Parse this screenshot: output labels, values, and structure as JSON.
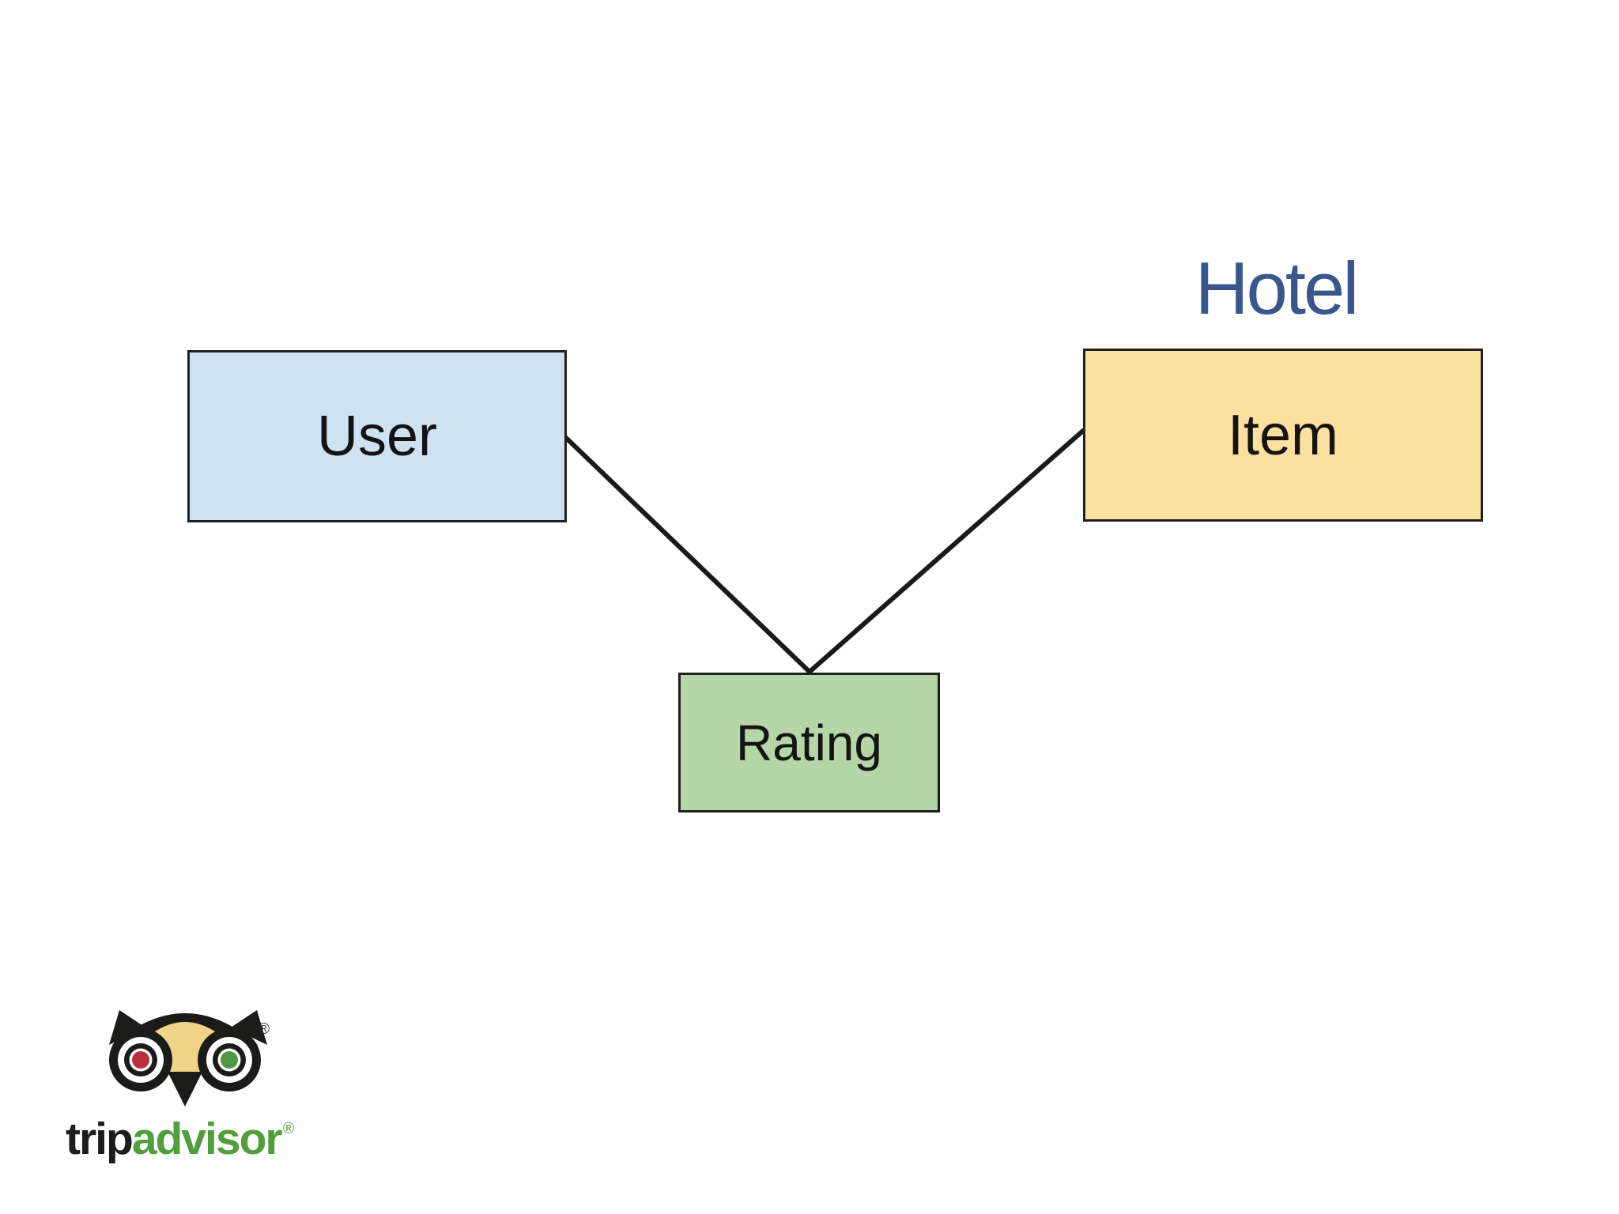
{
  "slide": {
    "background": "#ffffff",
    "annotation": {
      "text": "Hotel",
      "color": "#3A578D"
    }
  },
  "diagram": {
    "type": "entity-relationship",
    "edge_color": "#1a1a1a",
    "nodes": [
      {
        "id": "user",
        "label": "User",
        "fill": "#cfe2f3",
        "border": "#1f1f1f"
      },
      {
        "id": "item",
        "label": "Item",
        "fill": "#fae19e",
        "border": "#1f1f1f"
      },
      {
        "id": "rating",
        "label": "Rating",
        "fill": "#b5d6a7",
        "border": "#1f1f1f"
      }
    ],
    "edges": [
      {
        "from": "user",
        "to": "rating"
      },
      {
        "from": "item",
        "to": "rating"
      }
    ]
  },
  "logo": {
    "owl": {
      "registered": "®",
      "outline": "#1b1b1a",
      "forehead": "#f2d488",
      "eye_white": "#ffffff",
      "left_pupil": "#bb2d3a",
      "right_pupil": "#4f9745",
      "registered_color": "#333333"
    },
    "wordmark": {
      "part1": "trip",
      "part2": "advisor",
      "registered": "®",
      "part1_color": "#1d1d1b",
      "part2_color": "#509e3c",
      "registered_color": "#7fb268"
    }
  }
}
